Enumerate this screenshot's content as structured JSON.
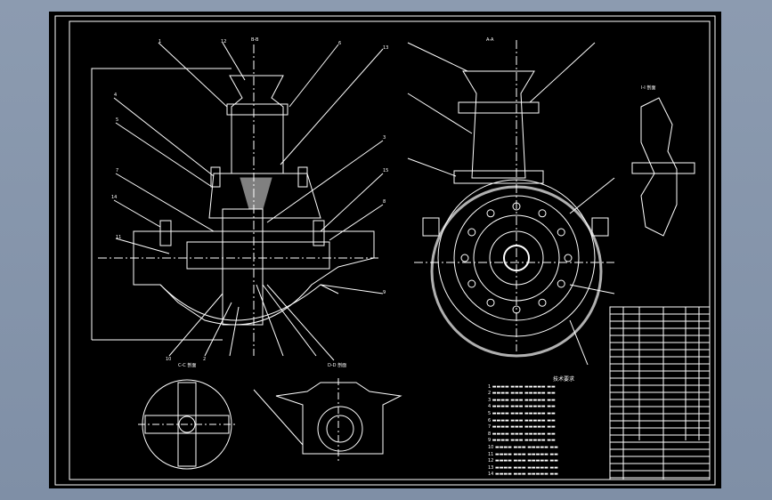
{
  "drawing": {
    "view_labels": {
      "top_left": "B-B",
      "top_right": "A-A",
      "section_right": "I-I 剖面",
      "bottom_left": "C-C 剖面",
      "bottom_mid": "D-D 剖面"
    },
    "part_numbers": [
      "1",
      "12",
      "6",
      "13",
      "4",
      "5",
      "7",
      "14",
      "11",
      "3",
      "15",
      "8",
      "9",
      "10",
      "2"
    ],
    "notes_title": "技术要求",
    "notes": [
      "1",
      "2",
      "3",
      "4",
      "5",
      "6",
      "7",
      "8",
      "9",
      "10",
      "11",
      "12",
      "13",
      "14"
    ],
    "colors": {
      "background": "#8c9bb0",
      "sheet": "#000000",
      "lines": "#ffffff",
      "rim": "#b0b0b0"
    }
  }
}
